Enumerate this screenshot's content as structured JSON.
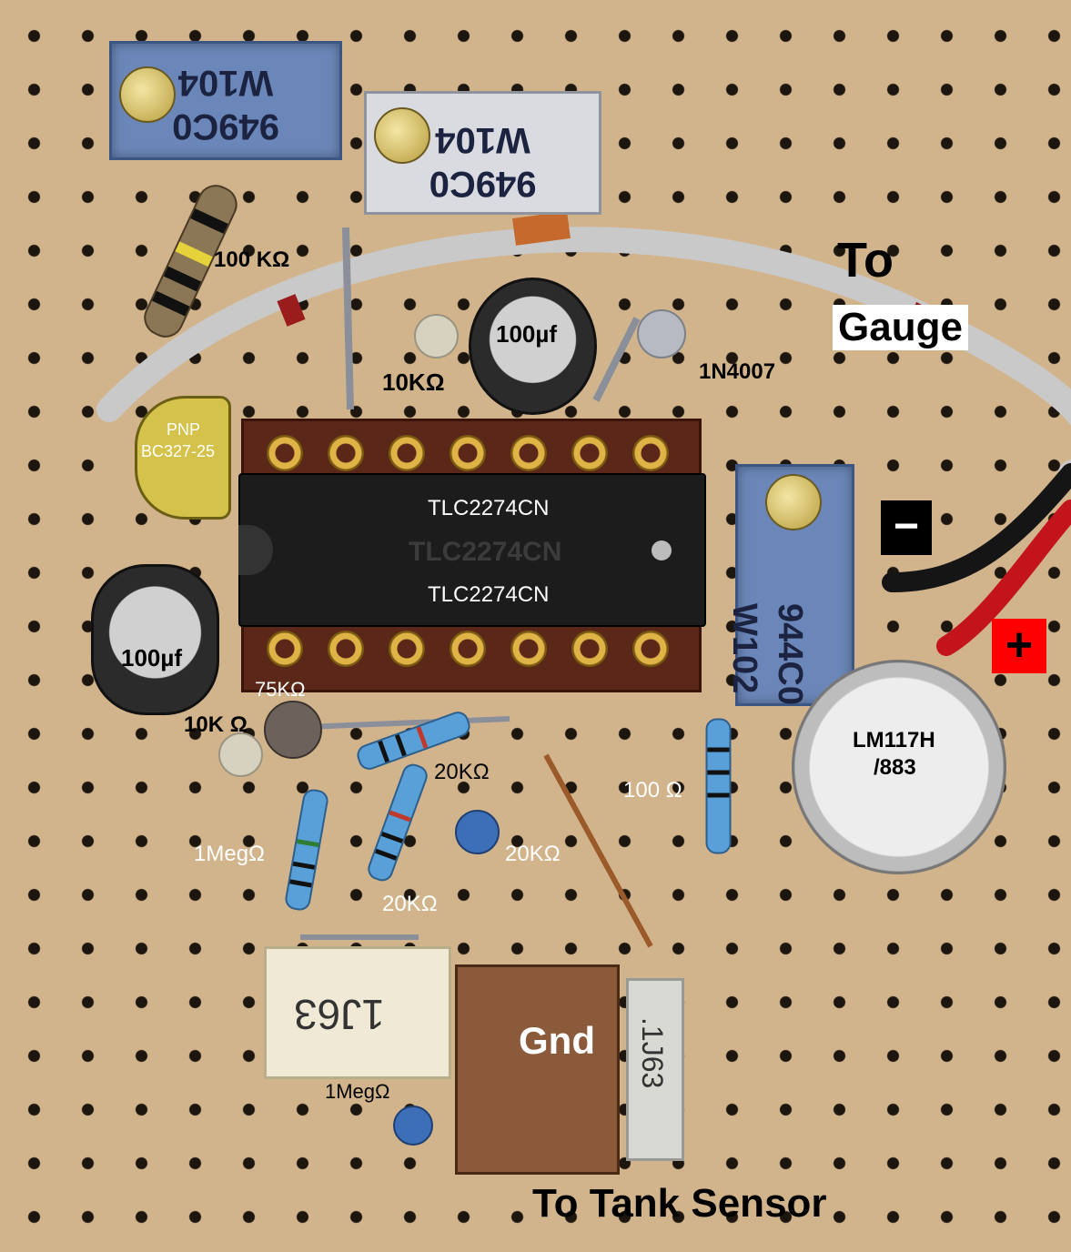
{
  "labels": {
    "to_gauge_1": "To",
    "to_gauge_2": "Gauge",
    "minus": "−",
    "plus": "+",
    "r_100k": "100 KΩ",
    "r_10k_top": "10KΩ",
    "diode": "1N4007",
    "cap_top": "100µf",
    "cap_left": "100µf",
    "pnp_1": "PNP",
    "pnp_2": "BC327-25",
    "ic_1": "TLC2274CN",
    "ic_2": "TLC2274CN",
    "r_75k": "75KΩ",
    "r_10k_left": "10K Ω",
    "r_20k_a": "20KΩ",
    "r_20k_b": "20KΩ",
    "r_20k_c": "20KΩ",
    "r_100": "100 Ω",
    "r_1meg_a": "1MegΩ",
    "r_1meg_b": "1MegΩ",
    "reg_1": "LM117H",
    "reg_2": "/883",
    "gnd": "Gnd",
    "to_tank": "To Tank Sensor"
  },
  "markings": {
    "pot1_a": "W104",
    "pot1_b": "949C0",
    "pot2_a": "W104",
    "pot2_b": "949C0",
    "pot3_a": "W102",
    "pot3_b": "944C0",
    "film_cap_a": "1J63",
    "film_cap_b": ".1J63",
    "chip_marking": "TLC2274CN"
  },
  "colors": {
    "board": "#d2b48c",
    "minus_box": "#000000",
    "plus_box": "#ff0000",
    "label_box": "#ffffff"
  }
}
